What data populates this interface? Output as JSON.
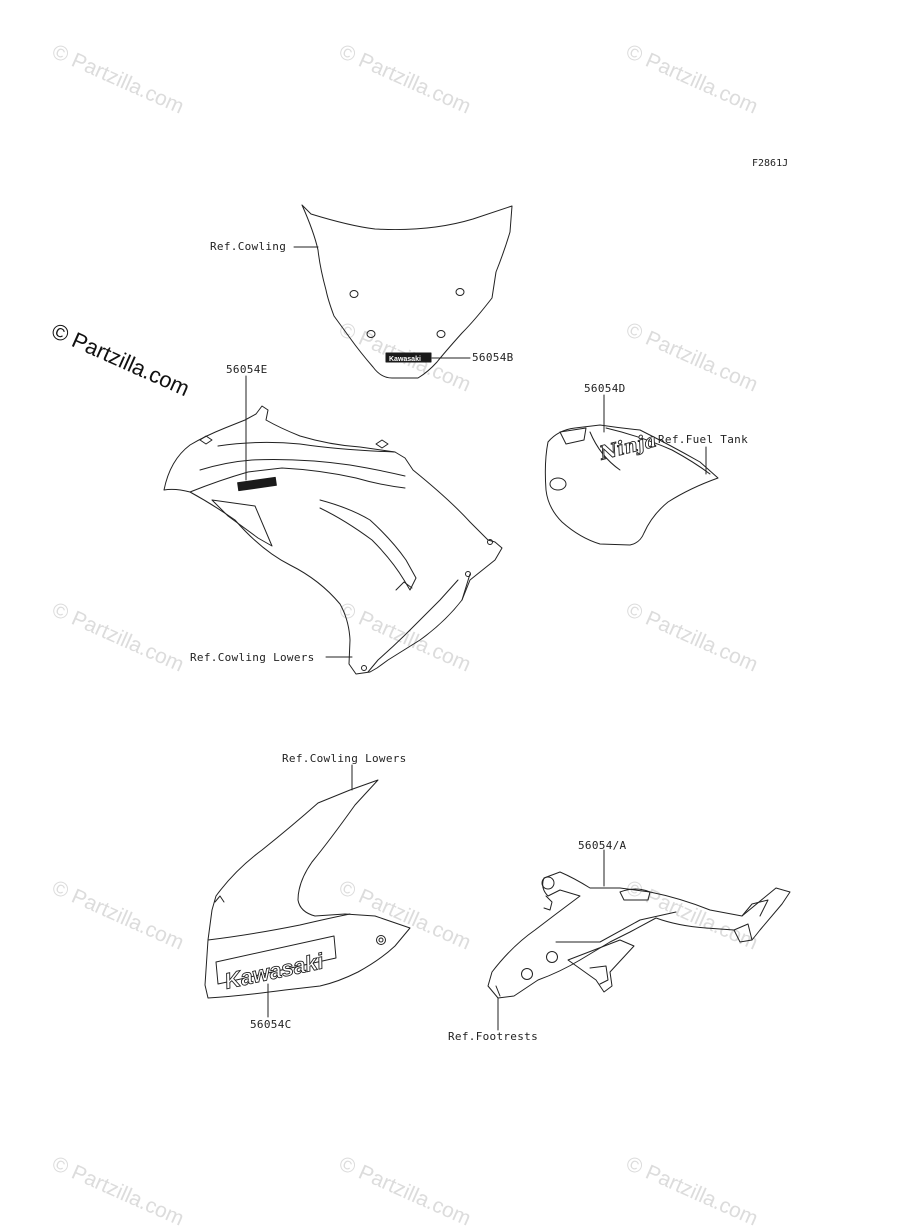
{
  "diagram_code": "F2861J",
  "watermark_main": "© Partzilla.com",
  "watermark_faint": "© Partzilla.com",
  "labels": {
    "ref_cowling": "Ref.Cowling",
    "part_56054b": "56054B",
    "part_56054e": "56054E",
    "part_56054d": "56054D",
    "ref_fuel_tank": "Ref.Fuel Tank",
    "ref_cowling_lowers_1": "Ref.Cowling Lowers",
    "ref_cowling_lowers_2": "Ref.Cowling Lowers",
    "part_56054a": "56054/A",
    "part_56054c": "56054C",
    "ref_footrests": "Ref.Footrests"
  },
  "decal_text": {
    "kawasaki_small": "Kawasaki",
    "kawasaki_large": "Kawasaki",
    "ninja": "Ninja"
  }
}
